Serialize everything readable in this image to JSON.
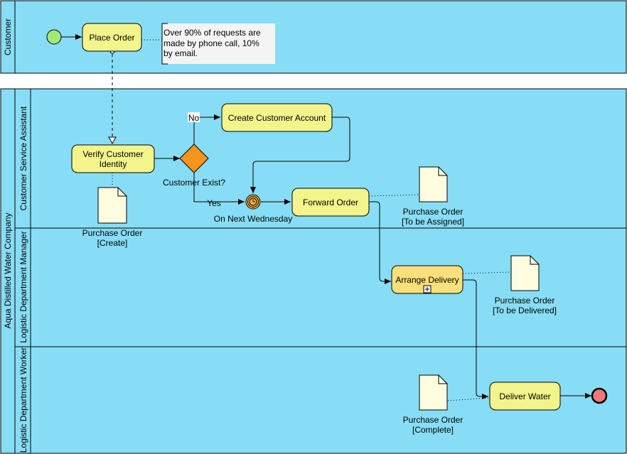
{
  "pools": {
    "customer": {
      "label": "Customer"
    },
    "company": {
      "label": "Aqua Distilled Water Company"
    }
  },
  "lanes": {
    "csa": "Customer Service Assistant",
    "ldm": "Logistic Department Manager",
    "ldw": "Logistic Department Worker"
  },
  "tasks": {
    "place_order": "Place Order",
    "verify_line1": "Verify Customer",
    "verify_line2": "Identity",
    "create_account": "Create Customer Account",
    "forward_order": "Forward Order",
    "arrange_delivery": "Arrange Delivery",
    "deliver_water": "Deliver Water"
  },
  "gateway": {
    "label": "Customer Exist?"
  },
  "flows": {
    "no": "No",
    "yes": "Yes"
  },
  "timer": {
    "label": "On Next Wednesday"
  },
  "annotation": {
    "line1": "Over 90% of requests are",
    "line2": "made by phone call, 10%",
    "line3": "by email."
  },
  "data_objects": {
    "create": {
      "name": "Purchase Order",
      "state": "[Create]"
    },
    "assigned": {
      "name": "Purchase Order",
      "state": "[To be Assigned]"
    },
    "delivered": {
      "name": "Purchase Order",
      "state": "[To be Delivered]"
    },
    "complete": {
      "name": "Purchase Order",
      "state": "[Complete]"
    }
  },
  "colors": {
    "pool_fill": "#87ddf5",
    "task_fill": "#f3f48c",
    "subprocess_fill": "#f9e07a",
    "gateway_fill": "#f7941d",
    "start_fill": "#a3e97a",
    "end_fill": "#f0787a",
    "doc_fill": "#fffde0",
    "timer_fill": "#f6b24a"
  }
}
